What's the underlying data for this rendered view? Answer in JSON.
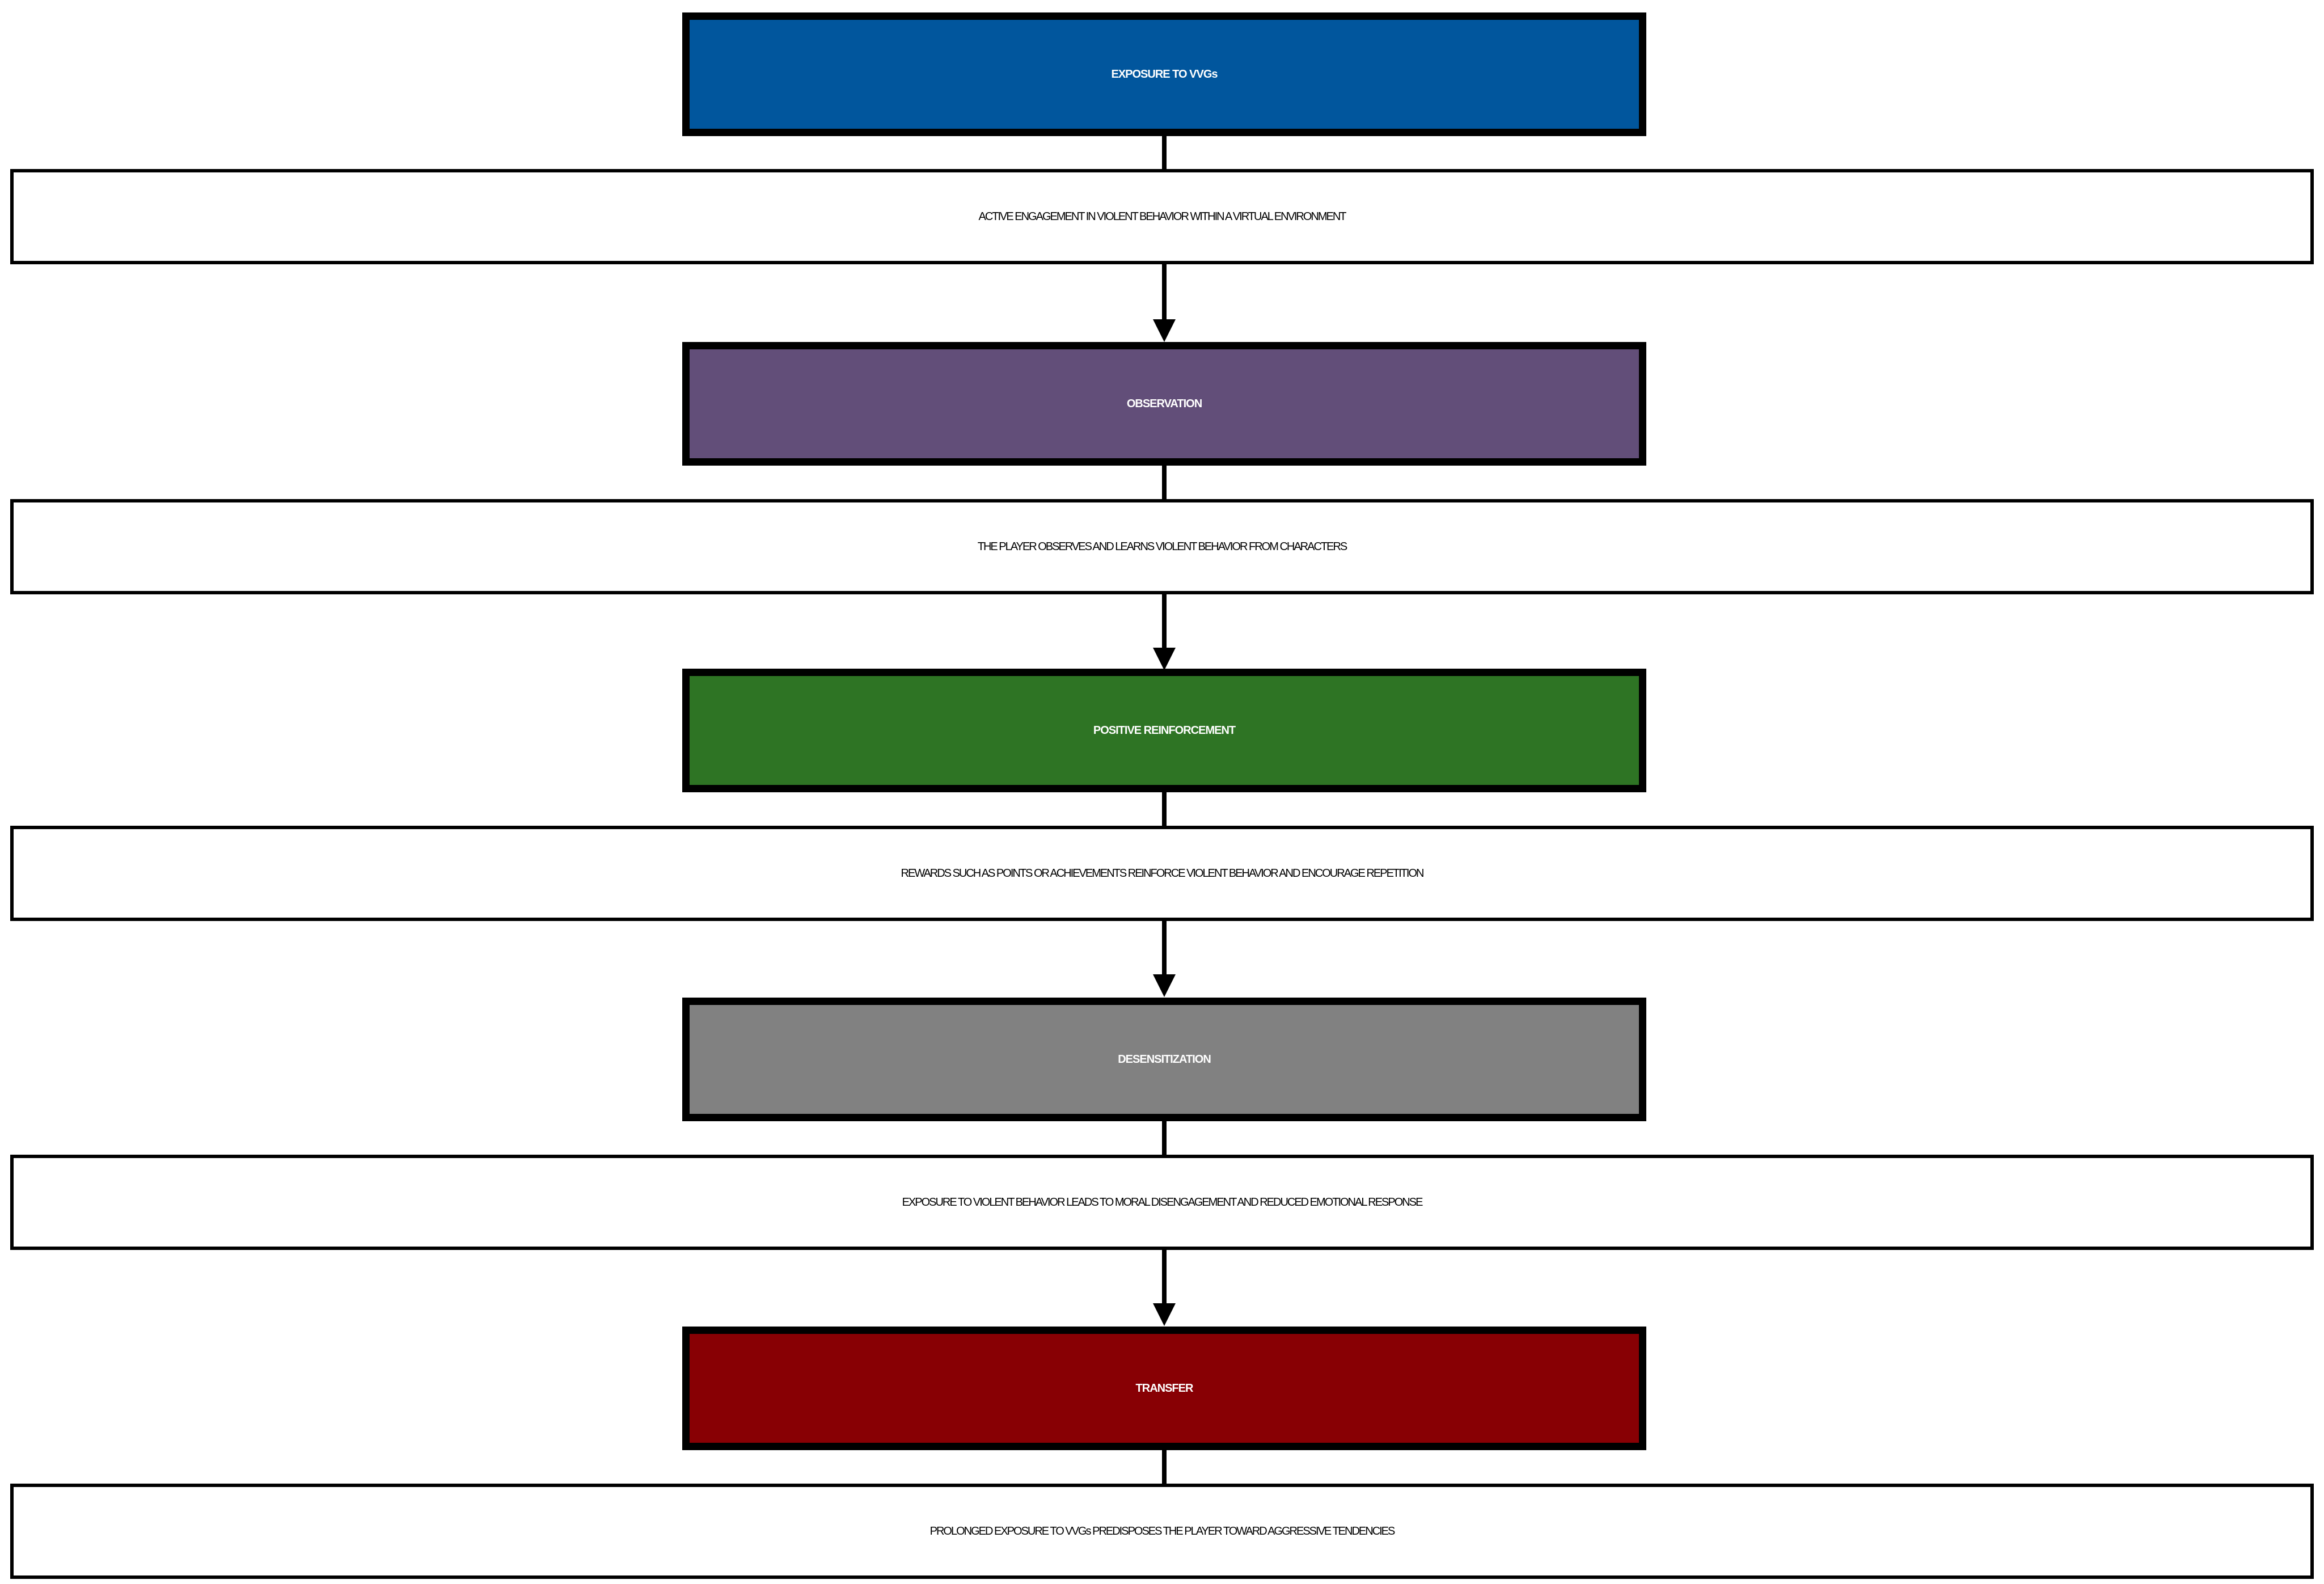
{
  "diagram": {
    "stages": [
      {
        "title": "EXPOSURE TO VVGs",
        "description": "ACTIVE ENGAGEMENT IN VIOLENT BEHAVIOR WITHIN A VIRTUAL ENVIRONMENT",
        "color": "#01569d"
      },
      {
        "title": "OBSERVATION",
        "description": "THE PLAYER OBSERVES AND LEARNS VIOLENT BEHAVIOR FROM CHARACTERS",
        "color": "#624e79"
      },
      {
        "title": "POSITIVE REINFORCEMENT",
        "description": "REWARDS SUCH AS POINTS OR ACHIEVEMENTS REINFORCE VIOLENT BEHAVIOR AND ENCOURAGE REPETITION",
        "color": "#2e7424"
      },
      {
        "title": "DESENSITIZATION",
        "description": "EXPOSURE TO VIOLENT BEHAVIOR LEADS TO MORAL DISENGAGEMENT AND REDUCED EMOTIONAL RESPONSE",
        "color": "#818181"
      },
      {
        "title": "TRANSFER",
        "description": "PROLONGED EXPOSURE TO VVGs PREDISPOSES THE PLAYER TOWARD AGGRESSIVE TENDENCIES",
        "color": "#880004"
      }
    ]
  }
}
